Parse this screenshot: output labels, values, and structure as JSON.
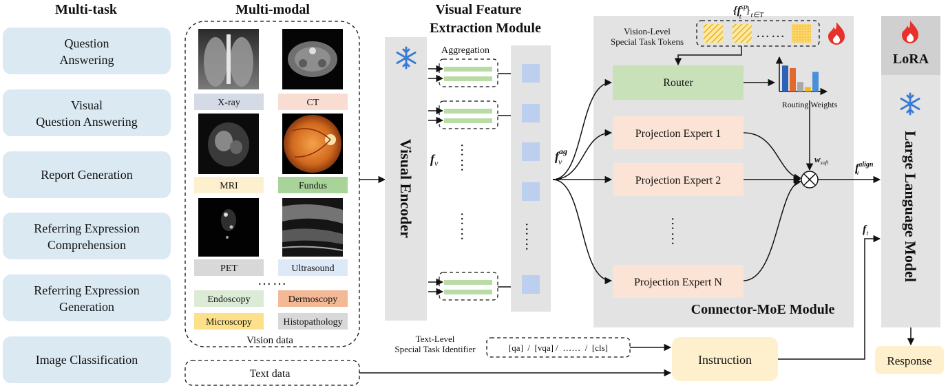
{
  "headers": {
    "multi_task": "Multi-task",
    "multi_modal": "Multi-modal",
    "vfe_line1": "Visual Feature",
    "vfe_line2": "Extraction Module"
  },
  "tasks": [
    {
      "line1": "Question",
      "line2": "Answering"
    },
    {
      "line1": "Visual",
      "line2": "Question Answering"
    },
    {
      "line1": "Report Generation",
      "line2": ""
    },
    {
      "line1": "Referring Expression",
      "line2": "Comprehension"
    },
    {
      "line1": "Referring Expression",
      "line2": "Generation"
    },
    {
      "line1": "Image Classification",
      "line2": ""
    }
  ],
  "modalities": [
    {
      "label": "X-ray",
      "color": "#d4dbe6"
    },
    {
      "label": "CT",
      "color": "#f9ddd2"
    },
    {
      "label": "MRI",
      "color": "#fdf0cf"
    },
    {
      "label": "Fundus",
      "color": "#a8d49a"
    },
    {
      "label": "PET",
      "color": "#d8d8d8"
    },
    {
      "label": "Ultrasound",
      "color": "#dde9f6"
    }
  ],
  "modality_dots": "……",
  "extra_modalities": [
    {
      "label": "Endoscopy",
      "color": "#dcebd5"
    },
    {
      "label": "Dermoscopy",
      "color": "#f3b896"
    },
    {
      "label": "Microscopy",
      "color": "#fde08a"
    },
    {
      "label": "Histopathology",
      "color": "#d8d8d8"
    }
  ],
  "vision_data_label": "Vision data",
  "text_data_label": "Text data",
  "visual_encoder": {
    "label": "Visual  Encoder",
    "feature": "f",
    "feature_sub": "v"
  },
  "aggregation_label": "Aggregation",
  "agg_feature": {
    "base": "f",
    "sup": "ag",
    "sub": "v"
  },
  "special_tokens": {
    "label_line1": "Vision-Level",
    "label_line2": "Special Task Tokens",
    "set_notation": "{f",
    "set_sup": "sp",
    "set_sub": "t",
    "set_tail": "}",
    "set_range": "t∈T",
    "dots": "……"
  },
  "router": {
    "label": "Router"
  },
  "routing_weights_label": "Routing Weights",
  "routing_weights": [
    0.82,
    0.74,
    0.3,
    0.14,
    0.62
  ],
  "routing_colors": [
    "#2e62b5",
    "#e2692b",
    "#a8a8a8",
    "#f4b91f",
    "#4a90d9"
  ],
  "experts": [
    {
      "label": "Projection  Expert 1"
    },
    {
      "label": "Projection  Expert 2"
    },
    {
      "label": "Projection  Expert N"
    }
  ],
  "w_soft": {
    "base": "w",
    "sub": "soft"
  },
  "align_feature": {
    "base": "f",
    "sup": "align",
    "sub": "v"
  },
  "connector_title": "Connector-MoE Module",
  "text_feature": {
    "base": "f",
    "sub": "t"
  },
  "lora_label": "LoRA",
  "llm_label": "Large Language Model",
  "text_identifier": {
    "label_line1": "Text-Level",
    "label_line2": "Special Task Identifier",
    "value": "[qa]  /  [vqa] /  ……  /  [cls]"
  },
  "instruction_label": "Instruction",
  "response_label": "Response",
  "colors": {
    "task_box": "#dbe9f3",
    "module_gray": "#e3e3e3",
    "router_green": "#c8e1b8",
    "expert_peach": "#fbe3d5",
    "instruction_yellow": "#fef0cc",
    "lora_gray": "#d0d0d0",
    "feature_blue": "#bccfee",
    "agg_green": "#b9dba6",
    "snowflake": "#3a7bd5",
    "flame": "#e8312b"
  }
}
